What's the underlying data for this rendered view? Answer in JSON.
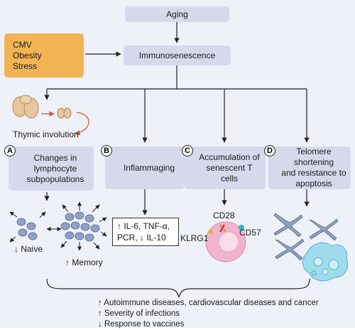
{
  "top": {
    "aging": "Aging",
    "immunosenescence": "Immunosenescence"
  },
  "risk_factors": [
    "CMV",
    "Obesity",
    "Stress"
  ],
  "thymic": {
    "label": "Thymic involution"
  },
  "pathways": [
    {
      "letter": "A",
      "lines": [
        "Changes in",
        "lymphocyte",
        "subpopulations"
      ]
    },
    {
      "letter": "B",
      "lines": [
        "Inflammaging"
      ]
    },
    {
      "letter": "C",
      "lines": [
        "Accumulation of",
        "senescent T cells"
      ]
    },
    {
      "letter": "D",
      "lines": [
        "Telomere shortening",
        "and resistance to",
        "apoptosis"
      ]
    }
  ],
  "naive_label": "↓ Naive",
  "memory_label": "↑ Memory",
  "inflammation": [
    "↑ IL-6, TNF-α,",
    "PCR, ↓ IL-10"
  ],
  "markers": {
    "cd28": "CD28",
    "cd57": "CD57",
    "klrg1": "KLRG1"
  },
  "outcomes": [
    "↑ Autoimmune diseases, cardiovascular diseases and cancer",
    "↑ Severity of infections",
    "↓ Response to vaccines"
  ],
  "colors": {
    "box": "#d6d9ec",
    "risk": "#f2b354",
    "background": "#eef1f8",
    "cell_pink": "#f2b3cc",
    "lymphocyte": "#8fa3c9"
  }
}
